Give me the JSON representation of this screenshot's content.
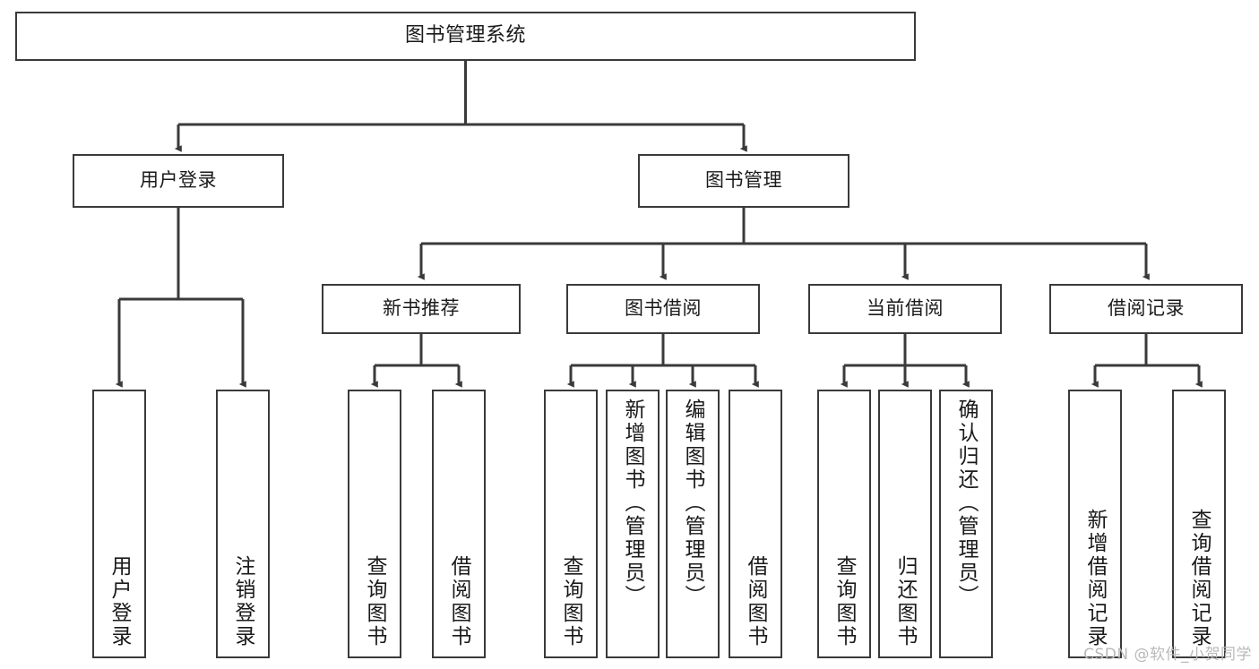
{
  "diagram": {
    "title": "图书管理系统",
    "type": "tree",
    "watermark": "CSDN @软件_小贺同学",
    "colors": {
      "node_border": "#3a3a3a",
      "node_fill": "#ffffff",
      "edge": "#3a3a3a",
      "text": "#1a1a1a",
      "watermark": "#b9b9b9",
      "background": "#ffffff"
    },
    "root": {
      "label": "图书管理系统"
    },
    "level2": [
      {
        "label": "用户登录"
      },
      {
        "label": "图书管理"
      }
    ],
    "level3": [
      {
        "label": "新书推荐"
      },
      {
        "label": "图书借阅"
      },
      {
        "label": "当前借阅"
      },
      {
        "label": "借阅记录"
      }
    ],
    "leaves": {
      "user_login": [
        {
          "label": "用户登录"
        },
        {
          "label": "注销登录"
        }
      ],
      "new_book_recommend": [
        {
          "label": "查询图书"
        },
        {
          "label": "借阅图书"
        }
      ],
      "book_borrow": [
        {
          "label": "查询图书"
        },
        {
          "label": "新增图书（管理员）"
        },
        {
          "label": "编辑图书（管理员）"
        },
        {
          "label": "借阅图书"
        }
      ],
      "current_borrow": [
        {
          "label": "查询图书"
        },
        {
          "label": "归还图书"
        },
        {
          "label": "确认归还（管理员）"
        }
      ],
      "borrow_record": [
        {
          "label": "新增借阅记录"
        },
        {
          "label": "查询借阅记录"
        }
      ]
    }
  }
}
